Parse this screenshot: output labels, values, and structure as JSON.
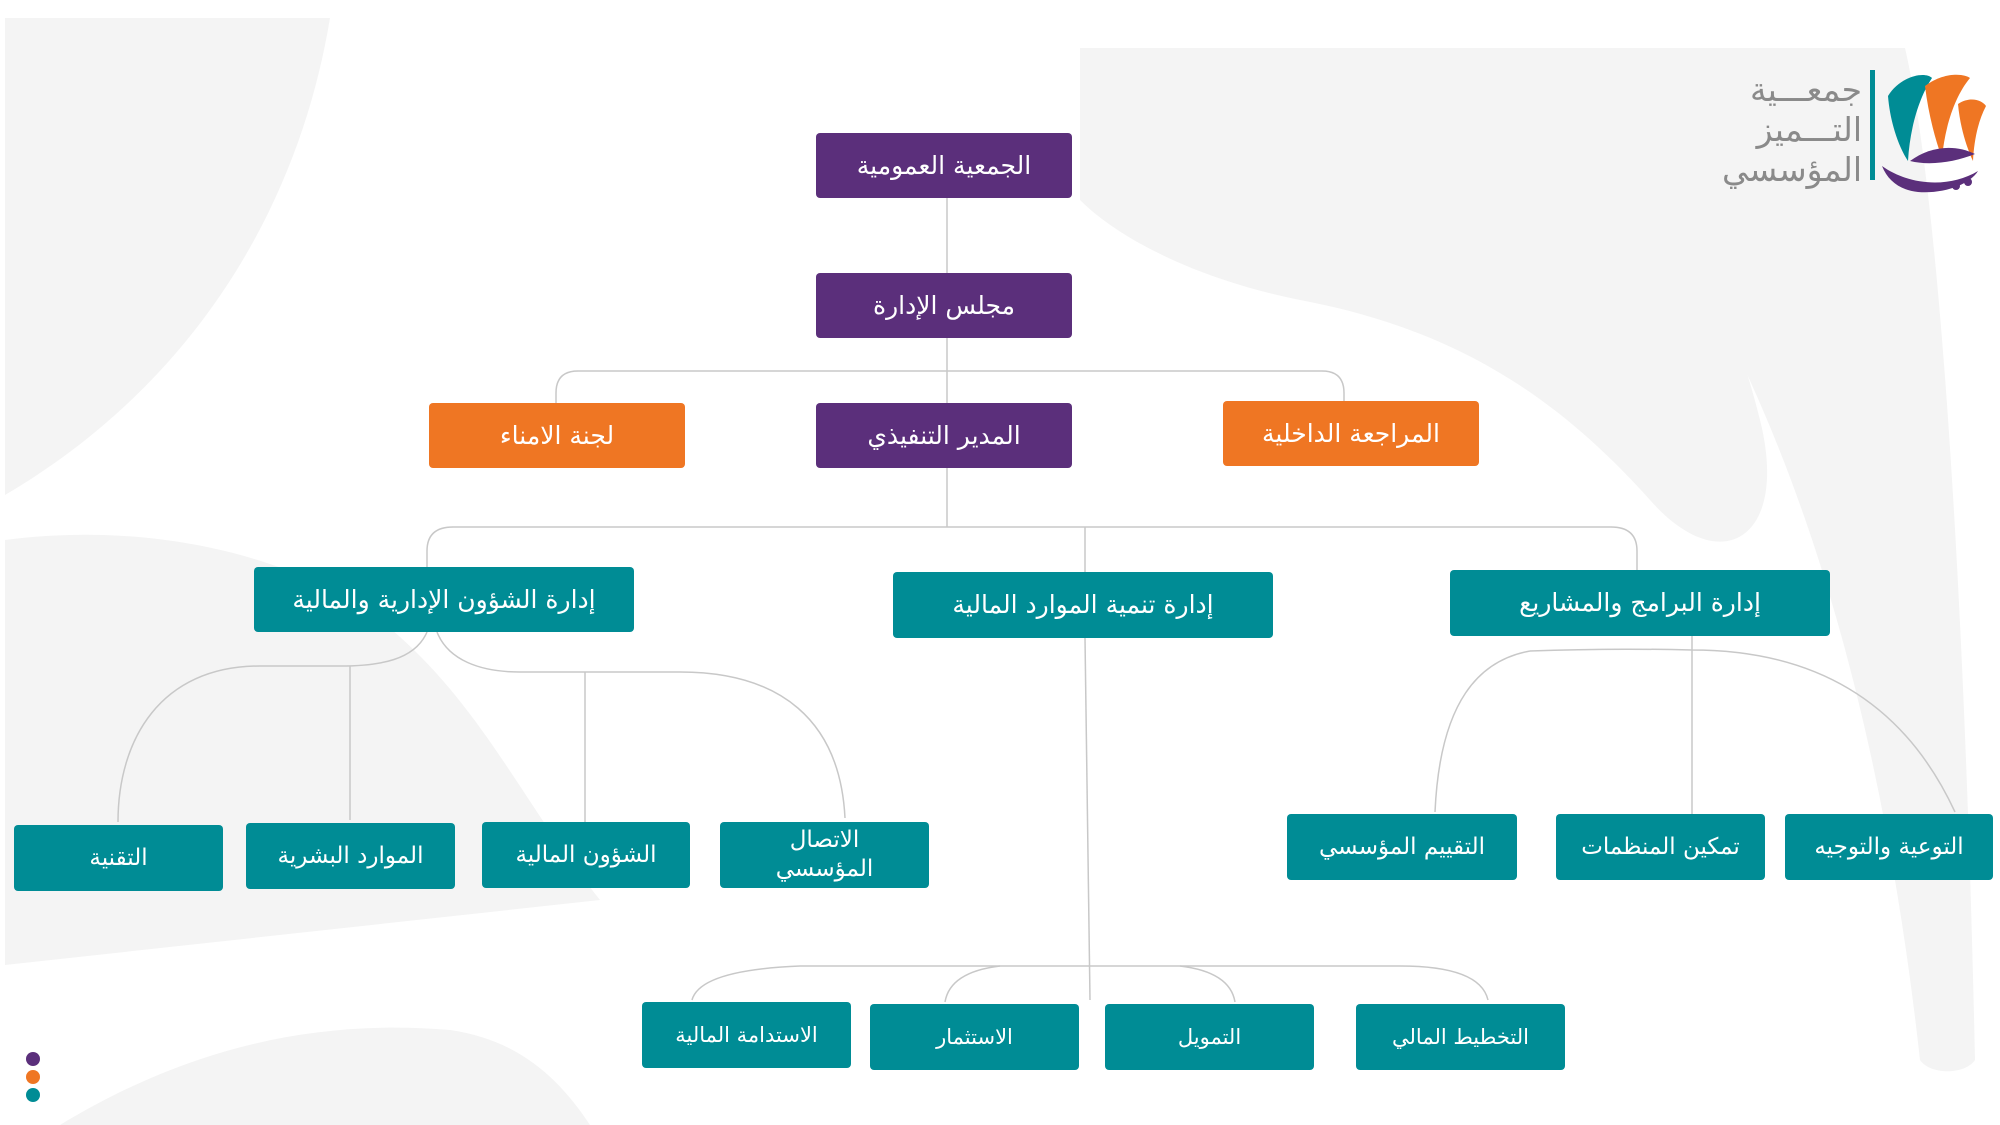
{
  "colors": {
    "purple": "#5b2f7b",
    "orange": "#ef7623",
    "teal": "#008c95",
    "connector": "#c8c8c8",
    "background_shape": "#f3f3f3",
    "logo_text": "#8a8a8a"
  },
  "logo": {
    "line1": "جمعـــية",
    "line2": "التـــميز",
    "line3": "المؤسسي",
    "icon": "organization-logo-icon"
  },
  "org_chart": {
    "general_assembly": "الجمعية العمومية",
    "board": "مجلس الإدارة",
    "executive_director": "المدير التنفيذي",
    "trustees_committee": "لجنة الامناء",
    "internal_audit": "المراجعة الداخلية",
    "admin_finance_dept": "إدارة الشؤون الإدارية والمالية",
    "financial_development_dept": "إدارة تنمية الموارد المالية",
    "programs_projects_dept": "إدارة البرامج والمشاريع",
    "technology": "التقنية",
    "human_resources": "الموارد البشرية",
    "financial_affairs": "الشؤون المالية",
    "corporate_communication": "الاتصال المؤسسي",
    "institutional_evaluation": "التقييم المؤسسي",
    "org_empowerment": "تمكين المنظمات",
    "awareness_guidance": "التوعية والتوجيه",
    "financial_sustainability": "الاستدامة المالية",
    "investment": "الاستثمار",
    "funding": "التمويل",
    "financial_planning": "التخطيط المالي"
  },
  "decor": {
    "dots": [
      "#5b2f7b",
      "#ef7623",
      "#008c95"
    ]
  }
}
